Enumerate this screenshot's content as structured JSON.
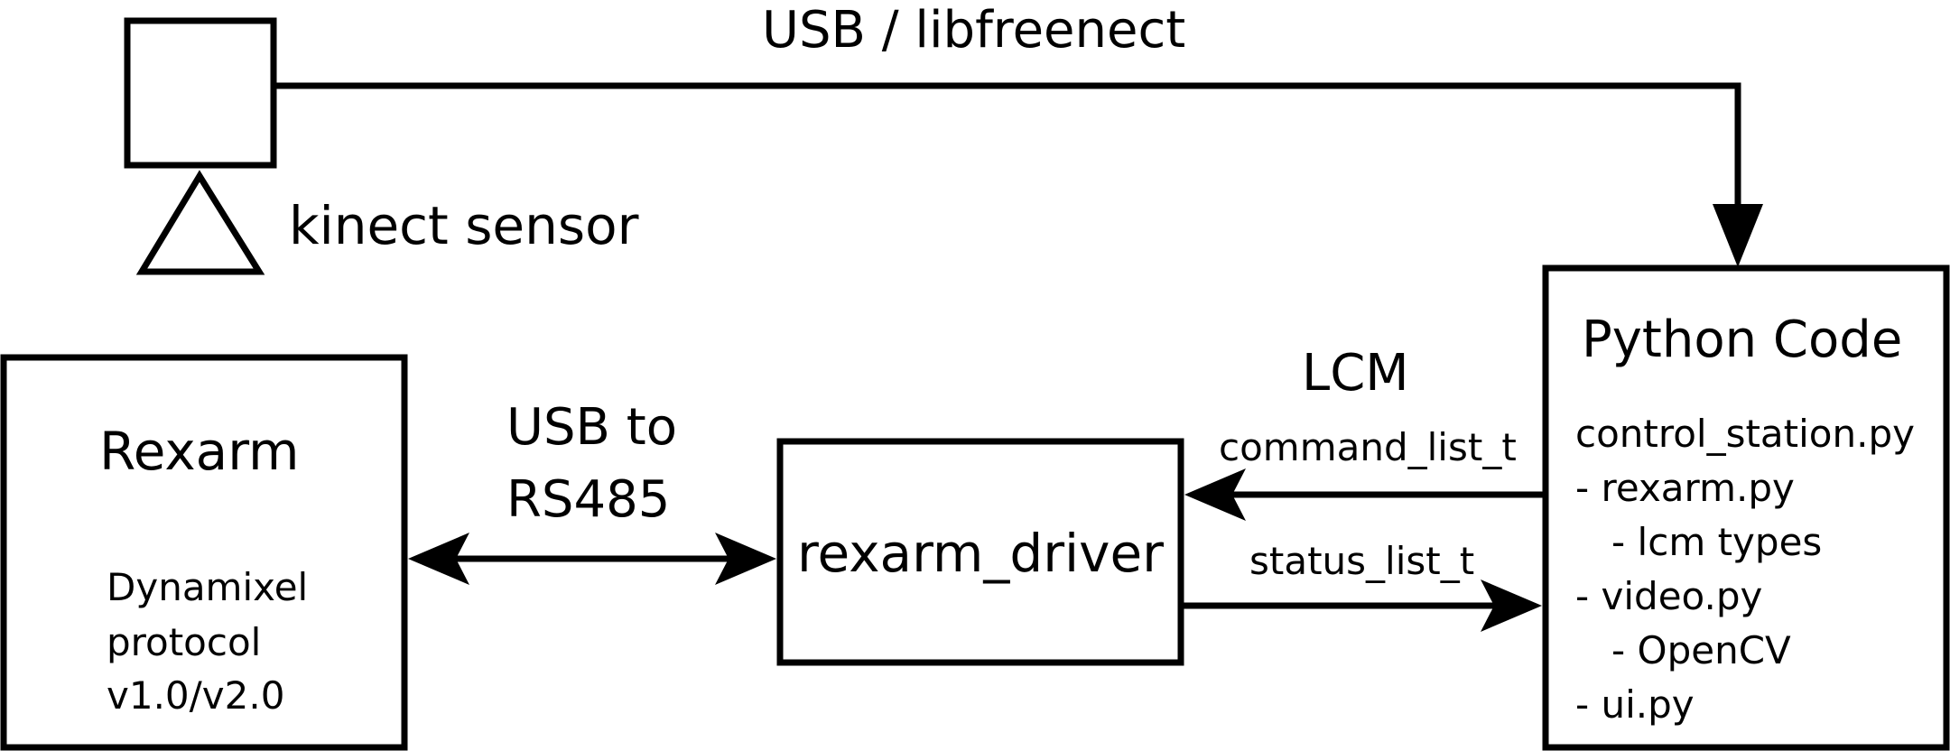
{
  "diagram": {
    "kinect": {
      "label": "kinect sensor"
    },
    "usb_libfreenect_label": "USB / libfreenect",
    "rexarm": {
      "title": "Rexarm",
      "lines": [
        "Dynamixel",
        "protocol",
        "v1.0/v2.0"
      ]
    },
    "usb_rs485_label": {
      "line1": "USB to",
      "line2": "RS485"
    },
    "rexarm_driver": {
      "title": "rexarm_driver"
    },
    "lcm": {
      "label": "LCM",
      "command_msg": "command_list_t",
      "status_msg": "status_list_t"
    },
    "python_code": {
      "title": "Python Code",
      "lines": [
        "control_station.py",
        "- rexarm.py",
        "   - lcm types",
        "- video.py",
        "   - OpenCV",
        "- ui.py"
      ]
    }
  }
}
